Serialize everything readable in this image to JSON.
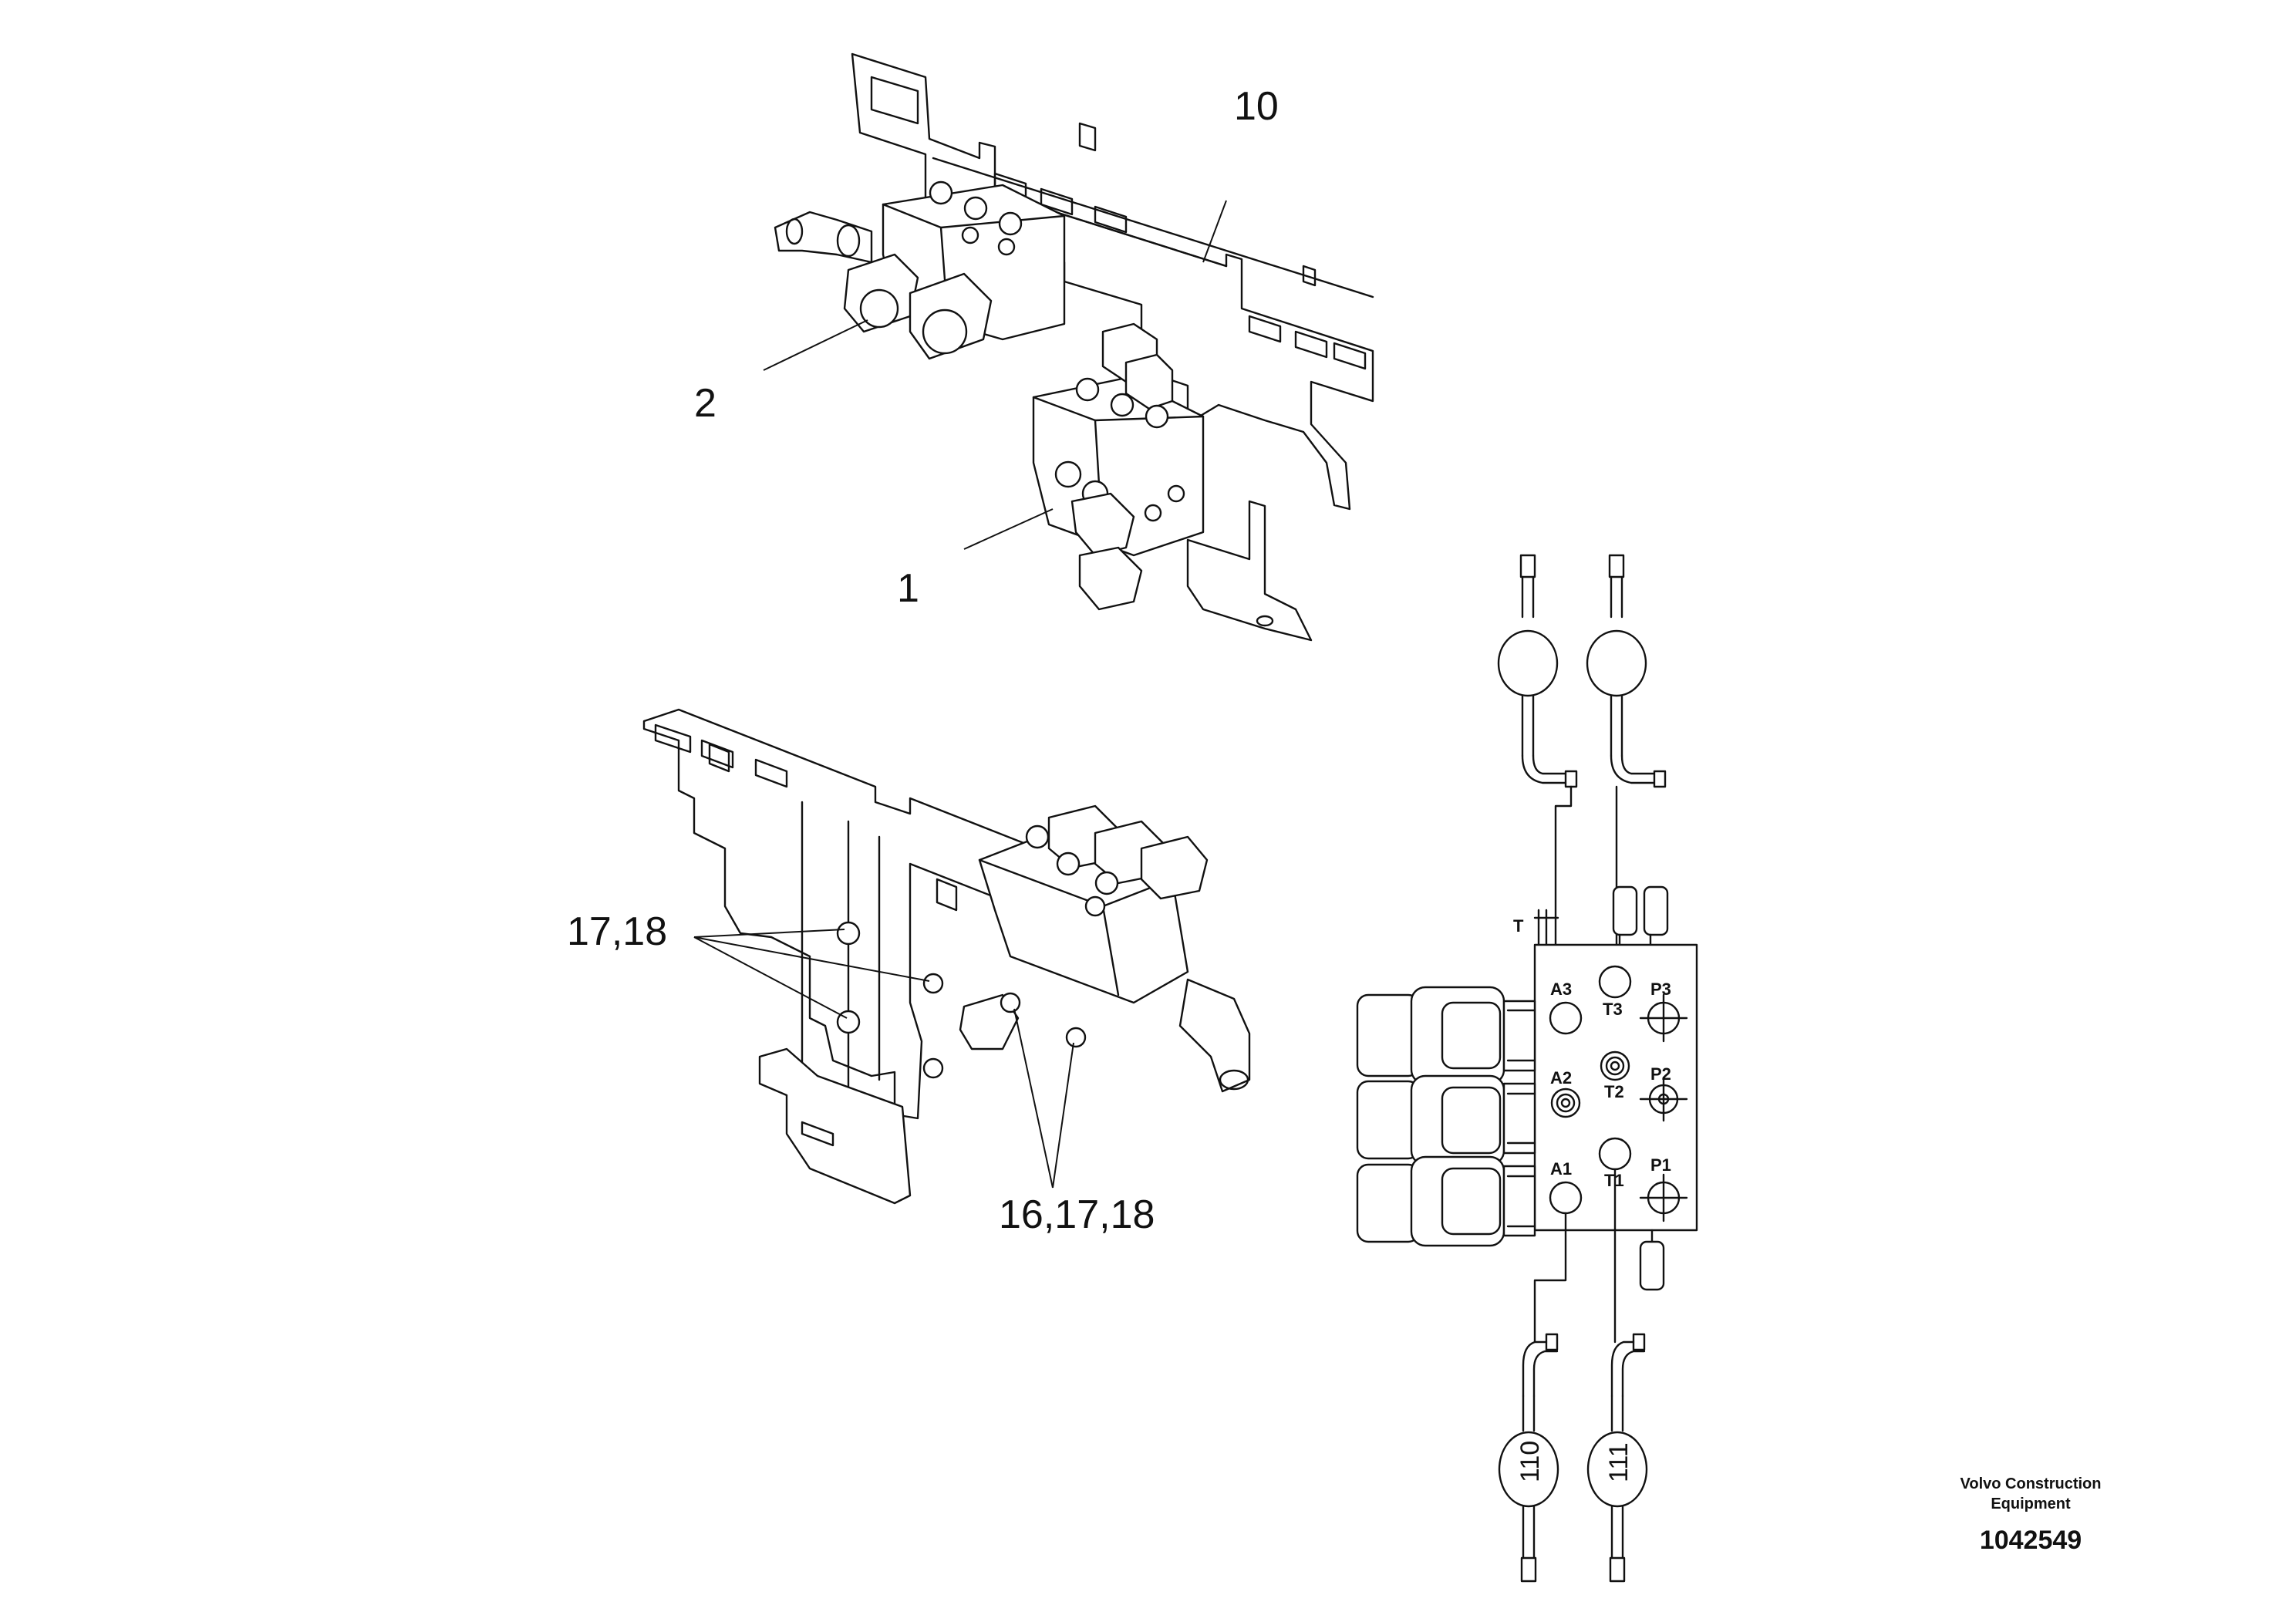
{
  "callouts": {
    "c10": "10",
    "c2": "2",
    "c1": "1",
    "c17_18": "17,18",
    "c16_17_18": "16,17,18"
  },
  "schematic": {
    "ports": {
      "a3": "A3",
      "t3": "T3",
      "p3": "P3",
      "a2": "A2",
      "t2": "T2",
      "p2": "P2",
      "a1": "A1",
      "t1": "T1",
      "p1": "P1",
      "t_top": "T"
    },
    "hose_labels": {
      "h110": "110",
      "h111": "111"
    }
  },
  "footer": {
    "brand_line1": "Volvo Construction",
    "brand_line2": "Equipment",
    "part_number": "1042549"
  }
}
